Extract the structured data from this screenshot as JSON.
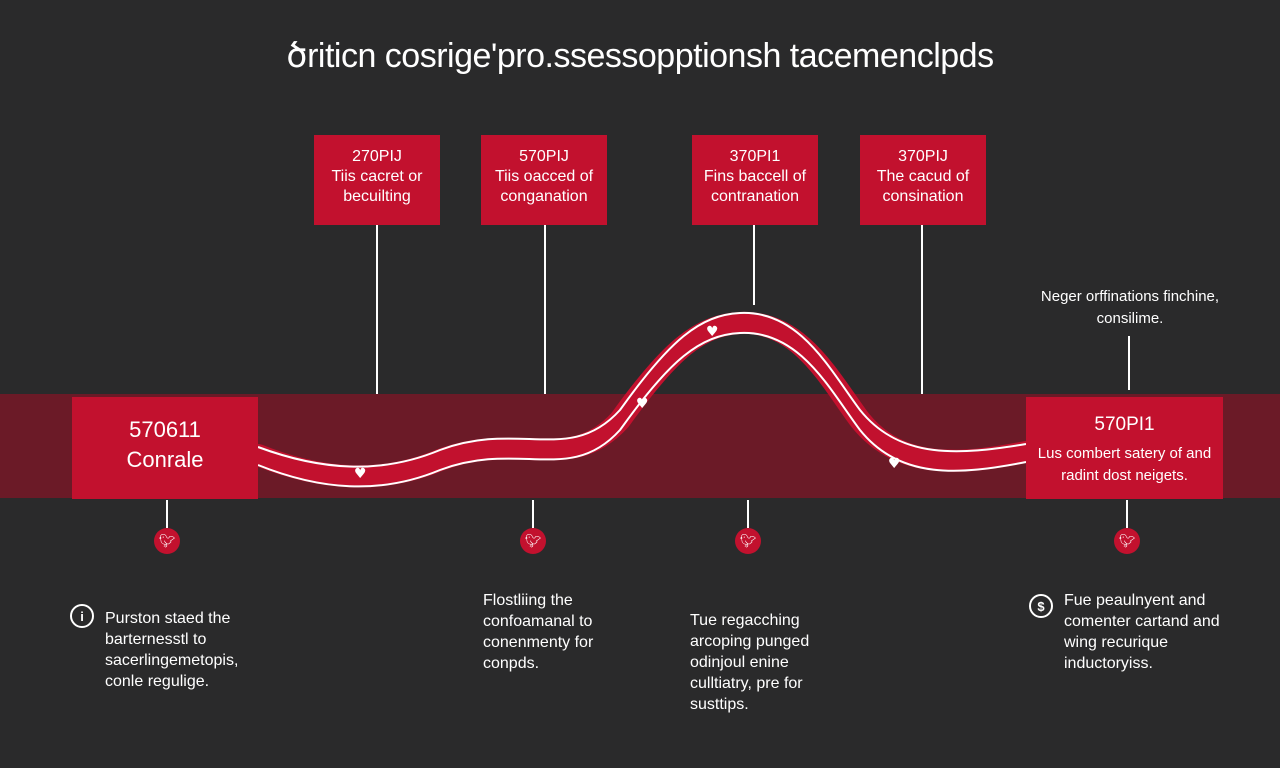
{
  "title": "ծriticn cosrige'pro.ssessopptionsh tacemenclpds",
  "top_boxes": [
    {
      "code": "270PIJ",
      "text": "Tiis cacret or becuilting"
    },
    {
      "code": "570PIJ",
      "text": "Tiis oacced of conganation"
    },
    {
      "code": "370PI1",
      "text": "Fins baccell of contranation"
    },
    {
      "code": "370PIJ",
      "text": "The cacud of consination"
    }
  ],
  "left_box": {
    "code": "570611",
    "text": "Conrale"
  },
  "right_box": {
    "code": "570PI1",
    "text": "Lus combert satery of and radint dost neigets."
  },
  "right_note": "Neger orffinations finchine, consilime.",
  "bottom_notes": [
    {
      "text": "Purston staed the barternesstl to sacerlingemetopis, conle regulige.",
      "icon": "info-icon",
      "icon_char": "i"
    },
    {
      "text": "Flostliing the confoamanal to conenmenty for conpds."
    },
    {
      "text": "Tue regacching arcoping punged odinjoul enine culltiatry, pre for susttips."
    },
    {
      "text": "Fue peaulnyent and comenter cartand and wing recurique inductoryiss.",
      "icon": "dollar-icon",
      "icon_char": "$"
    }
  ],
  "colors": {
    "background": "#2a2a2b",
    "band": "#6b1a27",
    "accent": "#c2112e"
  },
  "icons": {
    "markers": "heart-icon",
    "dots": "bird-icon"
  }
}
